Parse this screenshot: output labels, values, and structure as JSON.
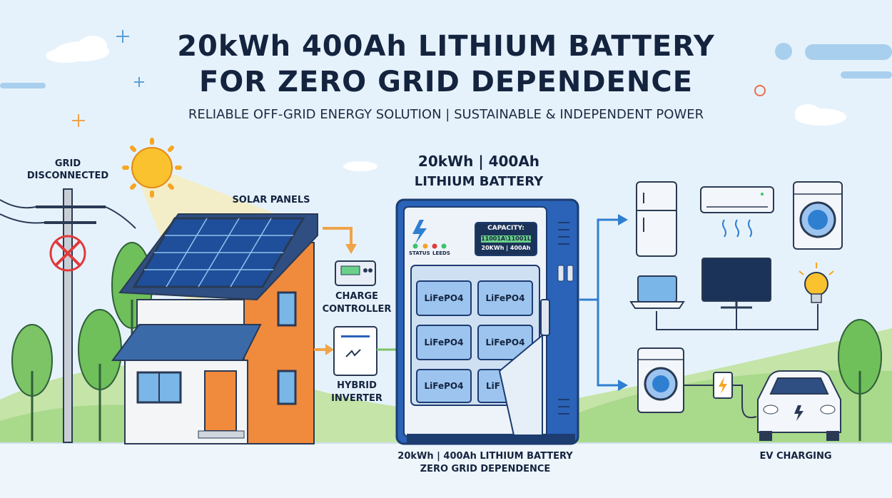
{
  "header": {
    "title_line1": "20kWh 400Ah LITHIUM BATTERY",
    "title_line2": "FOR ZERO GRID DEPENDENCE",
    "subtitle": "RELIABLE OFF-GRID ENERGY SOLUTION | SUSTAINABLE & INDEPENDENT POWER"
  },
  "labels": {
    "grid_line1": "GRID",
    "grid_line2": "DISCONNECTED",
    "solar_panels": "SOLAR PANELS",
    "charge_line1": "CHARGE",
    "charge_line2": "CONTROLLER",
    "hybrid_line1": "HYBRID",
    "hybrid_line2": "INVERTER",
    "battery_line1": "20kWh | 400Ah",
    "battery_line2": "LITHIUM BATTERY",
    "status": "STATUS",
    "leds": "LEEDS",
    "capacity_title": "CAPACITY:",
    "capacity_bar": "11001A\\11001L",
    "capacity_value": "20KWh | 400Ah",
    "cell": "LiFePO4",
    "cell_partial": "LiF",
    "bottom_line1": "20kWh | 400Ah LITHIUM BATTERY",
    "bottom_line2": "ZERO GRID DEPENDENCE",
    "ev_charging": "EV CHARGING"
  },
  "colors": {
    "sky": "#e6f2fb",
    "navy": "#14243f",
    "battery_blue": "#2a63b8",
    "house_orange": "#f08a3c",
    "tree_green": "#6fbf5a",
    "hill_green": "#a9d98a",
    "sun_yellow": "#f9c22e",
    "arrow_blue": "#2f7fd1"
  },
  "icons": [
    "sun-icon",
    "utility-pole-icon",
    "grid-cross-icon",
    "solar-panel-icon",
    "charge-controller-icon",
    "hybrid-inverter-icon",
    "lightning-icon",
    "fridge-icon",
    "air-conditioner-icon",
    "washing-machine-icon",
    "laptop-icon",
    "tv-icon",
    "light-bulb-icon",
    "ev-charger-icon",
    "electric-car-icon"
  ]
}
